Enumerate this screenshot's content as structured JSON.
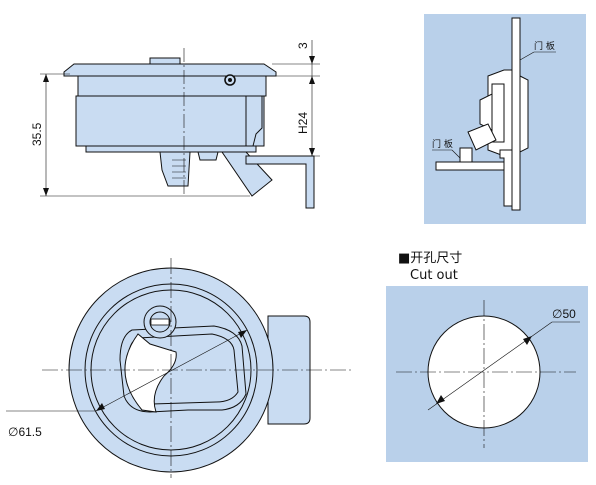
{
  "colors": {
    "part_fill": "#c9dcf2",
    "panel_fill": "#b9d0ea",
    "cutout_fill": "#ffffff",
    "line": "#111111"
  },
  "side_view": {
    "dim_top": "3",
    "dim_height": "H24",
    "dim_total": "35.5"
  },
  "section_view": {
    "door_label_top": "门 板",
    "door_label_bottom": "门 板"
  },
  "front_view": {
    "diameter": "∅61.5"
  },
  "cutout": {
    "title_cn": "■开孔尺寸",
    "title_en": "Cut out",
    "diameter": "∅50"
  }
}
